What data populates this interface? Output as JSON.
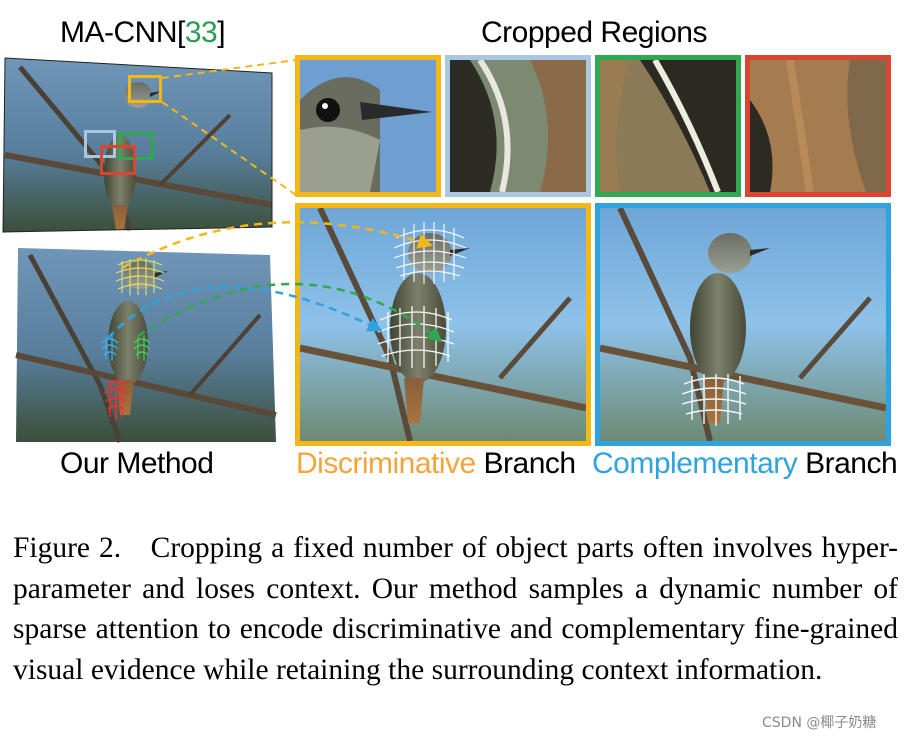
{
  "figure": {
    "label_macnn_prefix": "MA-CNN[",
    "label_macnn_ref": "33",
    "label_macnn_suffix": "]",
    "label_cropped": "Cropped Regions",
    "label_our_method": "Our Method",
    "label_discriminative": "Discriminative",
    "label_complementary": "Complementary",
    "label_branch": "Branch",
    "colors": {
      "yellow": "#f5b718",
      "light_blue": "#a9c6e3",
      "green": "#2fa84f",
      "red": "#d84533",
      "blue": "#2ea3e0",
      "orange_text": "#f5a33b",
      "ref_green": "#2a9d55"
    }
  },
  "caption": {
    "text": "Figure 2. Cropping a fixed number of object parts often involves hyper-parameter and loses context. Our method samples a dynamic number of sparse attention to encode discriminative and complementary fine-grained visual evidence while retaining the surrounding context information."
  },
  "watermark": "CSDN @椰子奶糖"
}
